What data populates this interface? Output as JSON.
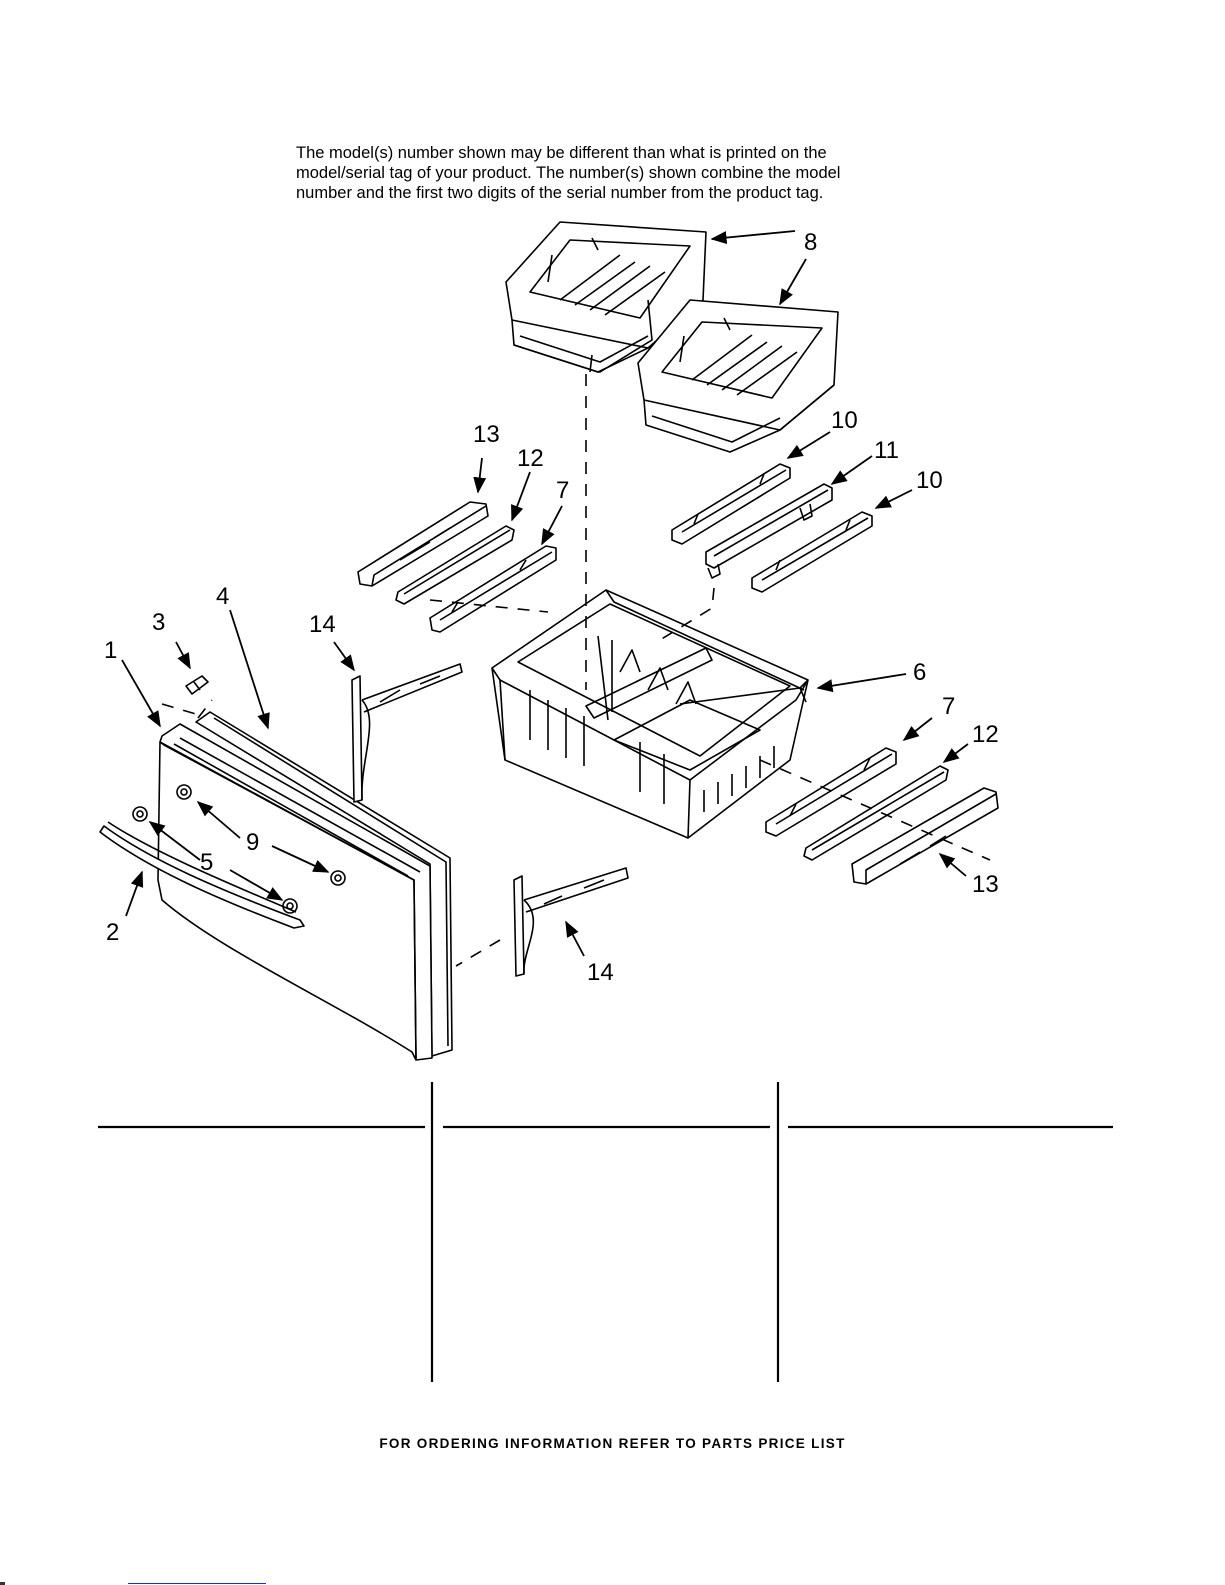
{
  "notice": {
    "line1": "The model(s) number shown may be different than what is printed on the",
    "line2": "model/serial tag of your product. The number(s) shown combine the model",
    "line3": "number and the first two digits of the serial number from the product tag."
  },
  "callouts": [
    "1",
    "2",
    "3",
    "4",
    "5",
    "6",
    "7",
    "8",
    "9",
    "10",
    "11",
    "12",
    "13",
    "14"
  ],
  "footer": "FOR ORDERING INFORMATION REFER TO PARTS PRICE LIST"
}
